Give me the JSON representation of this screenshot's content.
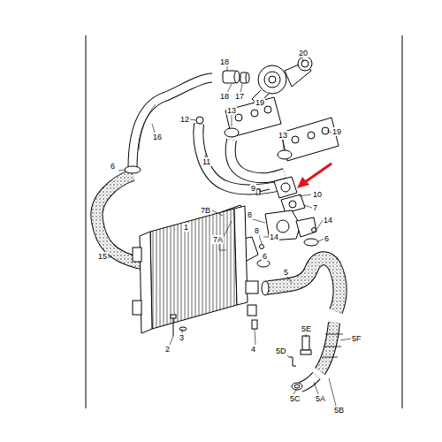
{
  "diagram": {
    "labels": [
      "18",
      "18",
      "17",
      "20",
      "19",
      "12",
      "13",
      "19",
      "16",
      "13",
      "6",
      "11",
      "9",
      "10",
      "7B",
      "7",
      "8",
      "8",
      "14",
      "6",
      "1",
      "7A",
      "14",
      "15",
      "6",
      "5",
      "3",
      "2",
      "4",
      "5E",
      "5F",
      "5D",
      "5C",
      "5A",
      "5B"
    ]
  }
}
